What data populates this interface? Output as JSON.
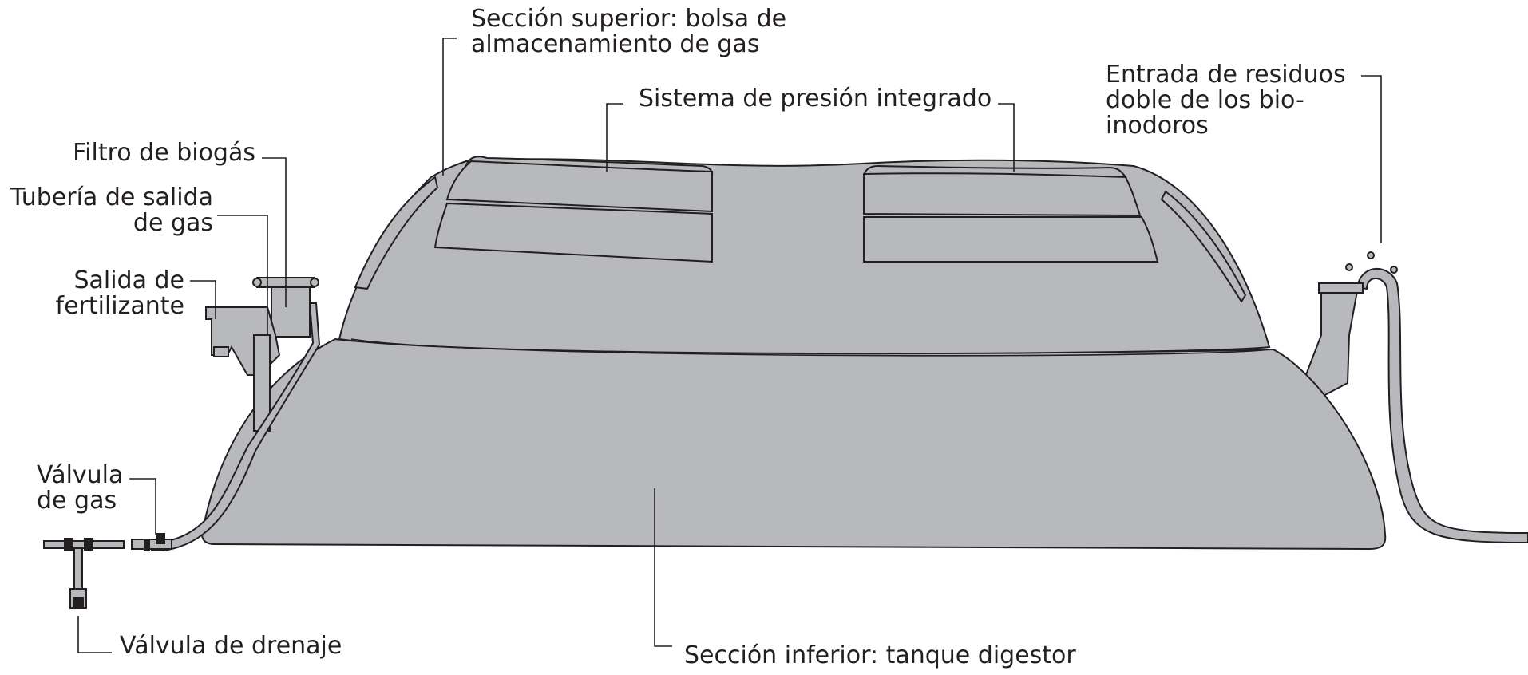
{
  "labels": {
    "top_section": [
      "Sección superior: bolsa de",
      "almacenamiento de gas"
    ],
    "pressure_system": "Sistema de presión integrado",
    "inlet": [
      "Entrada de residuos",
      "doble de los bio-",
      "inodoros"
    ],
    "biogas_filter": "Filtro de biogás",
    "gas_outlet_pipe": [
      "Tubería de salida",
      "de gas"
    ],
    "fertilizer_outlet": [
      "Salida de",
      "fertilizante"
    ],
    "gas_valve": [
      "Válvula",
      "de gas"
    ],
    "drain_valve": "Válvula de drenaje",
    "bottom_section": "Sección inferior: tanque digestor"
  },
  "colors": {
    "body": "#b8b9bd",
    "outline": "#231f20",
    "background": "#ffffff"
  }
}
